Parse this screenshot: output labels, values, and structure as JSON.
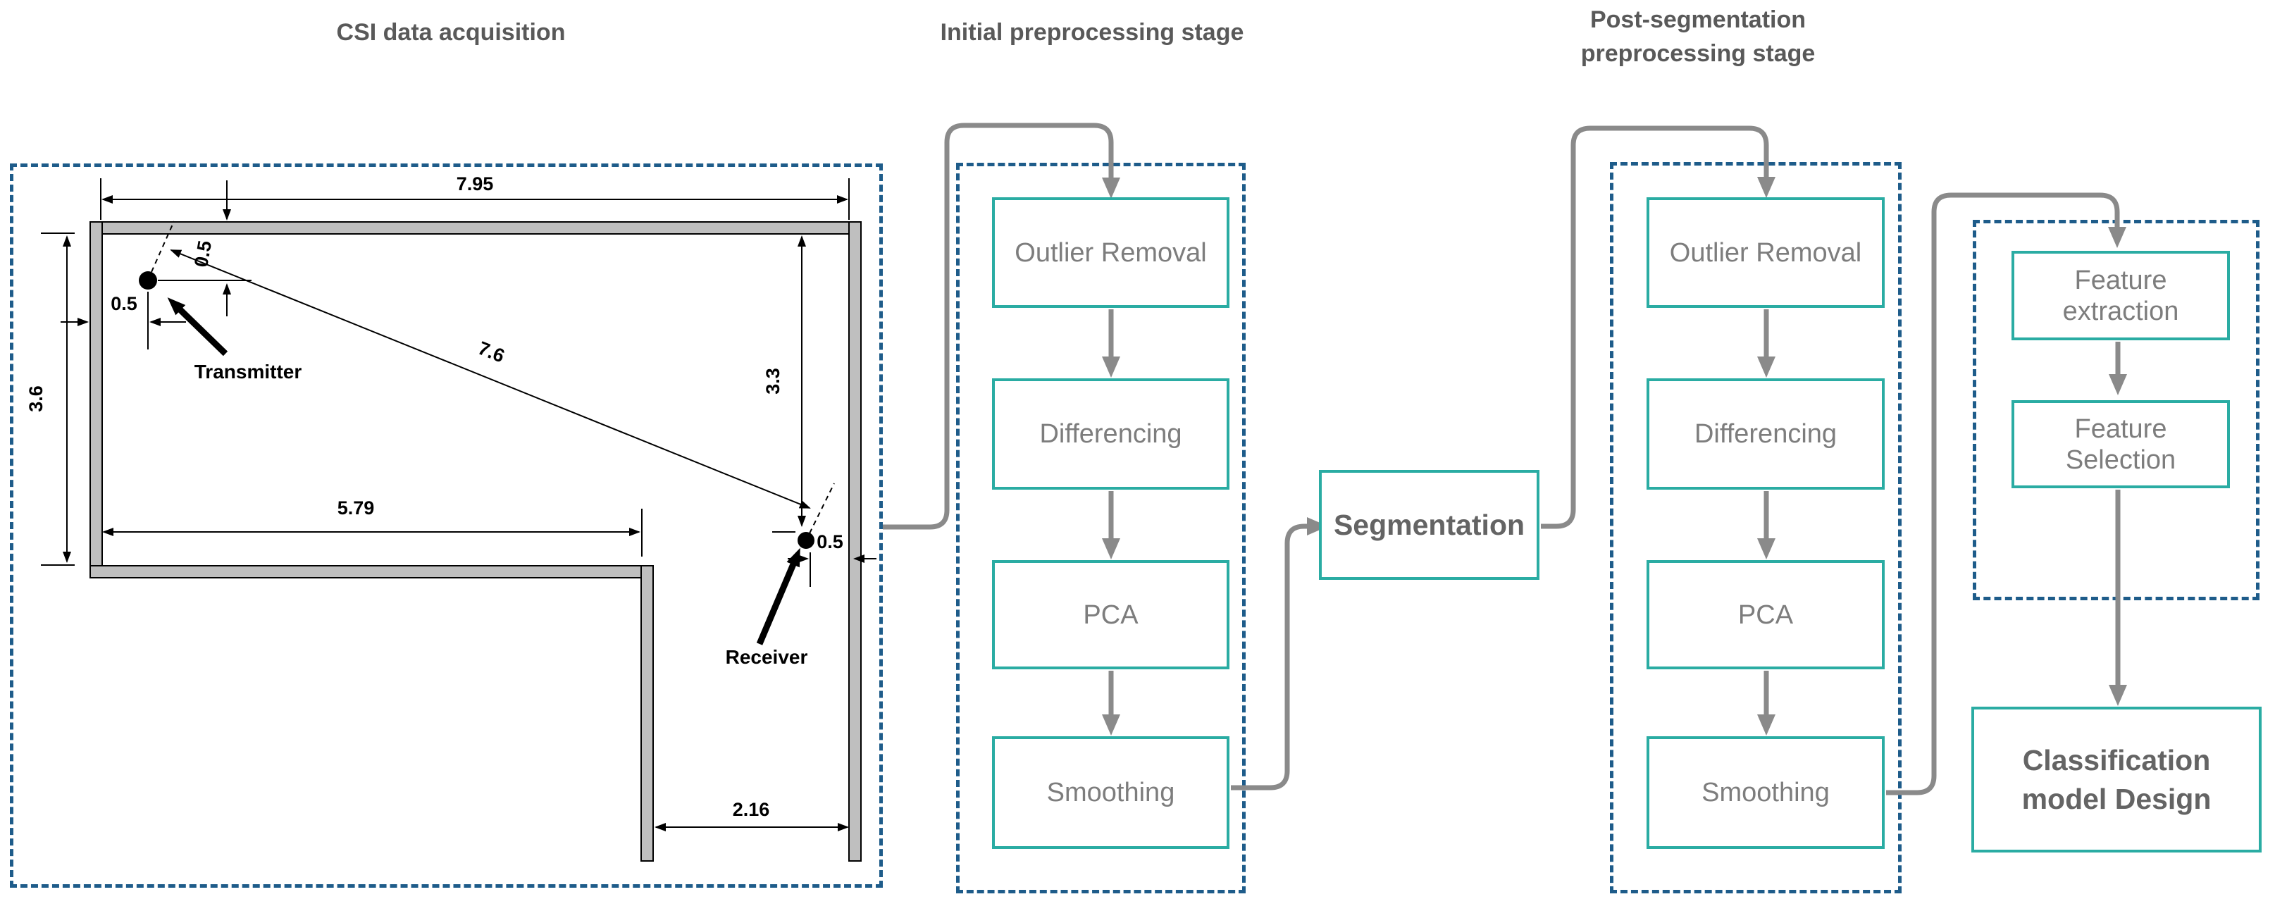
{
  "titles": {
    "acquisition": "CSI data acquisition",
    "initial": "Initial preprocessing stage",
    "post_line1": "Post-segmentation",
    "post_line2": "preprocessing stage"
  },
  "pipeline": {
    "initial_boxes": [
      "Outlier Removal",
      "Differencing",
      "PCA",
      "Smoothing"
    ],
    "post_boxes": [
      "Outlier Removal",
      "Differencing",
      "PCA",
      "Smoothing"
    ],
    "segmentation_label": "Segmentation",
    "feature_boxes": [
      {
        "line1": "Feature",
        "line2": "extraction"
      },
      {
        "line1": "Feature",
        "line2": "Selection"
      }
    ],
    "classification_line1": "Classification",
    "classification_line2": "model Design"
  },
  "floor_plan": {
    "labels": {
      "transmitter": "Transmitter",
      "receiver": "Receiver"
    },
    "dimensions": {
      "room_width_top": "7.95",
      "tx_offset_from_top_wall": "0.5",
      "tx_offset_from_left_wall": "0.5",
      "room_height_left": "3.6",
      "tx_rx_distance": "7.6",
      "rx_height_right": "3.3",
      "bottom_wall_length": "5.79",
      "rx_offset_from_right_wall": "0.5",
      "corridor_width": "2.16"
    }
  },
  "colors": {
    "box_border_teal": "#2aaca3",
    "panel_dashed_blue": "#1e5c8a",
    "connector_gray": "#8a8a8a",
    "wall_gray": "#bfbfbf",
    "title_gray": "#595959",
    "box_text_gray": "#7d7d7d"
  }
}
